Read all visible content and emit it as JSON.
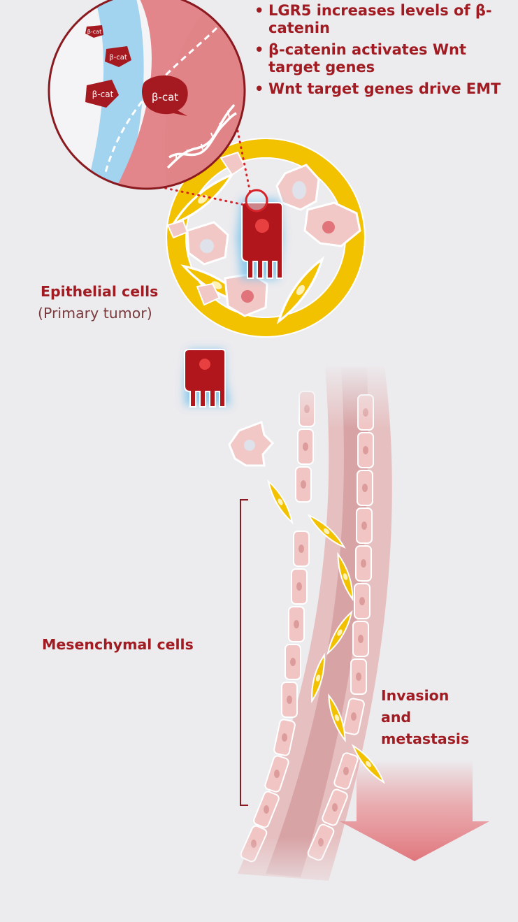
{
  "bullets": [
    "LGR5 increases levels of β-catenin",
    "β-catenin activates Wnt target genes",
    "Wnt target genes drive EMT"
  ],
  "zoom_labels": [
    "β-cat",
    "β-cat",
    "β-cat",
    "β-cat"
  ],
  "epithelial": {
    "title": "Epithelial cells",
    "subtitle": "(Primary tumor)"
  },
  "mesenchymal": {
    "title": "Mesenchymal cells"
  },
  "invasion": {
    "line1": "Invasion",
    "line2": "and",
    "line3": "metastasis"
  },
  "colors": {
    "accent_dark_red": "#a01c22",
    "tumor_cell_red": "#b0161c",
    "mesenchymal_yellow": "#f2c200",
    "epithelial_pink": "#f2c8c6",
    "membrane_blue": "#7fc4ec",
    "background": "#ecebee"
  }
}
